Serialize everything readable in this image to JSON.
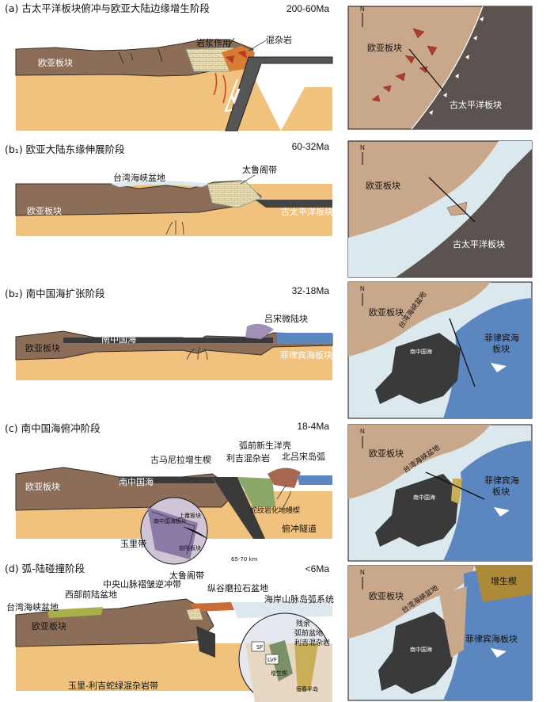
{
  "colors": {
    "eurasian_crust": "#8c6e58",
    "asthenosphere": "#f1c27e",
    "oceanic_slab": "#3a3a3a",
    "philippine_sea": "#5b86bf",
    "shallow_sea": "#dbe8ee",
    "melange": "#b03c2a",
    "ophiolite": "#8aa76a",
    "accretion_wedge": "#ad8a38"
  },
  "panels": [
    {
      "title": "(a) 古太平洋板块俯冲与欧亚大陆边缘增生阶段",
      "age": "200-60Ma",
      "section": {
        "eurasian_plate": "欧亚板块",
        "paleo_pacific_plate": "古太平洋板块",
        "magmatism": "岩浆作用",
        "melange": "混杂岩"
      },
      "map": {
        "north": "N",
        "eurasian_plate": "欧亚板块",
        "paleo_pacific_plate": "古太平洋板块"
      }
    },
    {
      "title": "(b₁) 欧亚大陆东缘伸展阶段",
      "age": "60-32Ma",
      "section": {
        "eurasian_plate": "欧亚板块",
        "paleo_pacific_plate": "古太平洋板块",
        "taiwan_strait_basin": "台湾海峡盆地",
        "taroko_belt": "太鲁阁带"
      },
      "map": {
        "north": "N",
        "eurasian_plate": "欧亚板块",
        "paleo_pacific_plate": "古太平洋板块"
      }
    },
    {
      "title": "(b₂) 南中国海扩张阶段",
      "age": "32-18Ma",
      "section": {
        "eurasian_plate": "欧亚板块",
        "south_china_sea": "南中国海",
        "philippine_sea_plate": "菲律宾海板块",
        "luzon_microcontinent": "吕宋微陆块"
      },
      "map": {
        "north": "N",
        "eurasian_plate": "欧亚板块",
        "taiwan_strait_basin": "台湾海峡盆地",
        "south_china_sea": "南中国海",
        "philippine_sea_1": "菲律宾海",
        "philippine_sea_2": "板块"
      }
    },
    {
      "title": "(c) 南中国海俯冲阶段",
      "age": "18-4Ma",
      "section": {
        "eurasian_plate": "欧亚板块",
        "south_china_sea": "南中国海",
        "accretion_wedge": "古马尼拉增生楔",
        "lichi_melange": "利吉混杂岩",
        "forearc_crust": "弧前新生洋壳",
        "north_luzon_arc": "北吕宋岛弧",
        "ophiolite_wedge": "蛇纹岩化地幔楔",
        "subduction_channel": "俯冲隧道",
        "upper_plate": "上覆板块",
        "scs_slab": "南中国海板片",
        "foreland_slab": "前陆板块",
        "yuli_belt": "玉里带",
        "depth": "65-70 km"
      },
      "map": {
        "north": "N",
        "eurasian_plate": "欧亚板块",
        "taiwan_strait_basin": "台湾海峡盆地",
        "south_china_sea": "南中国海",
        "philippine_sea_1": "菲律宾海",
        "philippine_sea_2": "板块"
      }
    },
    {
      "title": "(d) 弧-陆碰撞阶段",
      "age": "<6Ma",
      "section": {
        "eurasian_plate": "欧亚板块",
        "taiwan_strait_basin": "台湾海峡盆地",
        "western_foreland_basin": "西部前陆盆地",
        "central_range_belt": "中央山脉褶皱逆冲带",
        "taroko_belt": "太鲁阁带",
        "longitudinal_valley_basin": "纵谷磨拉石盆地",
        "coastal_range_arc": "海岸山脉岛弧系统",
        "sf": "SF",
        "lvf": "LVF",
        "residual": "残余",
        "forearc_basin": "弧前盆地",
        "lichi_melange": "利吉混杂岩",
        "accretion_wedge": "增生楔",
        "chunan_wedge": "恒春半岛",
        "yuli_lichi_belt": "玉里-利吉蛇绿混杂岩带"
      },
      "map": {
        "north": "N",
        "eurasian_plate": "欧亚板块",
        "accretion_wedge": "增生楔",
        "taiwan_strait_basin": "台湾海峡盆地",
        "south_china_sea": "南中国海",
        "philippine_sea": "菲律宾海板块"
      }
    }
  ]
}
